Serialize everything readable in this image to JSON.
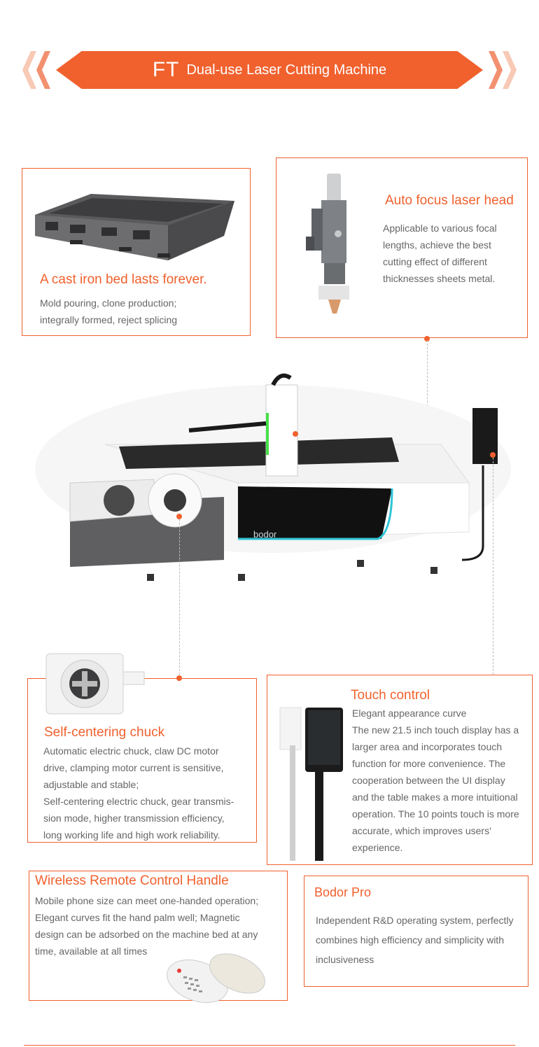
{
  "banner": {
    "ft": "FT",
    "subtitle": "Dual-use Laser Cutting Machine"
  },
  "bed": {
    "title": "A cast iron bed lasts forever.",
    "lines": [
      "Mold pouring, clone production;",
      "integrally formed, reject splicing"
    ]
  },
  "head": {
    "title": "Auto focus laser head",
    "lines": [
      "Applicable to various focal",
      "lengths, achieve the best",
      "cutting effect of different",
      "thicknesses sheets metal."
    ]
  },
  "machine": {
    "brand": "bodor"
  },
  "chuck": {
    "title": "Self-centering chuck",
    "lines": [
      "Automatic electric chuck, claw DC motor",
      "drive, clamping motor current is sensitive,",
      "adjustable and stable;",
      "Self-centering electric chuck, gear transmis-",
      "sion mode, higher transmission efficiency,",
      "long working life and high work reliability."
    ]
  },
  "touch": {
    "title": "Touch control",
    "lines": [
      "Elegant appearance curve",
      "The new 21.5 inch touch display has a",
      "larger area and incorporates touch",
      "function for more convenience. The",
      "cooperation between the UI display",
      "and the table makes a more intuitional",
      "operation. The 10 points touch is more",
      "accurate,  which improves users'",
      "experience."
    ]
  },
  "remote": {
    "title": "Wireless Remote Control Handle",
    "lines": [
      "Mobile phone size can meet one-handed operation;",
      "Elegant curves fit the hand palm well; Magnetic",
      "design can be adsorbed on the machine bed at any",
      "time, available at all times"
    ]
  },
  "pro": {
    "title": "Bodor Pro",
    "lines": [
      "Independent R&D operating system, perfectly",
      "combines high efficiency and simplicity with",
      "inclusiveness"
    ]
  },
  "colors": {
    "accent": "#f0612e",
    "chevron_light": "#f8c9b4"
  }
}
